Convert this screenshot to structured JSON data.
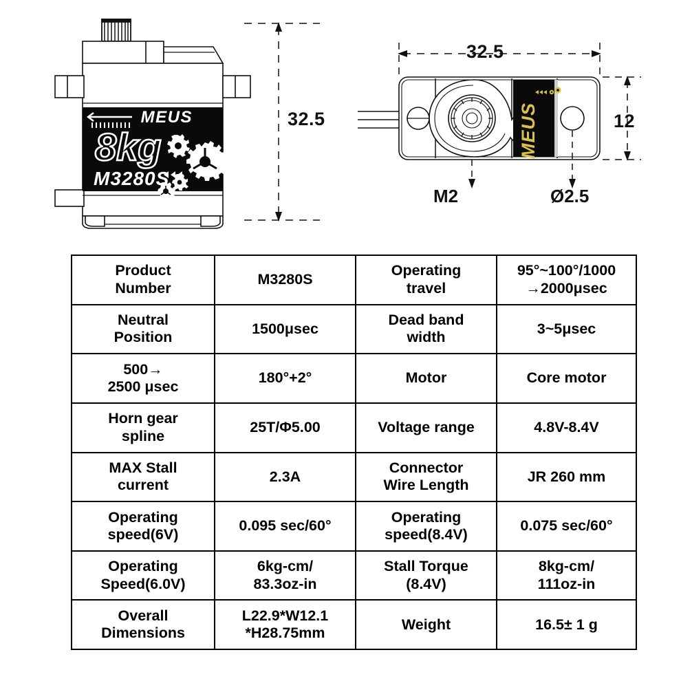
{
  "drawings": {
    "side_view": {
      "name": "servo-side-view",
      "height_dimension": "32.5",
      "label": {
        "brand": "MEUS",
        "torque": "8kg",
        "model": "M3280S"
      }
    },
    "top_view": {
      "name": "servo-top-view",
      "width_dimension": "32.5",
      "height_dimension": "12",
      "callout_screw": "M2",
      "callout_hole": "Ø2.5",
      "label_brand": "MEUS"
    }
  },
  "colors": {
    "line": "#111111",
    "label_bg": "#0a0a0a",
    "label_fg": "#ffffff",
    "gold": "#d8c24a",
    "table_border": "#000000"
  },
  "spec_table": {
    "rows": [
      {
        "label_a": "Product\nNumber",
        "value_a": "M3280S",
        "label_b": "Operating\ntravel",
        "value_b": "95°~100°/1000\n→2000μsec"
      },
      {
        "label_a": "Neutral\nPosition",
        "value_a": "1500μsec",
        "label_b": "Dead band\nwidth",
        "value_b": "3~5μsec"
      },
      {
        "label_a": "500→\n2500 μsec",
        "value_a": "180°+2°",
        "label_b": "Motor",
        "value_b": "Core motor"
      },
      {
        "label_a": "Horn gear\nspline",
        "value_a": "25T/Φ5.00",
        "label_b": "Voltage range",
        "value_b": "4.8V-8.4V"
      },
      {
        "label_a": "MAX Stall\ncurrent",
        "value_a": "2.3A",
        "label_b": "Connector\nWire Length",
        "value_b": "JR 260 mm"
      },
      {
        "label_a": "Operating\nspeed(6V)",
        "value_a": "0.095 sec/60°",
        "label_b": "Operating\nspeed(8.4V)",
        "value_b": "0.075 sec/60°"
      },
      {
        "label_a": "Operating\nSpeed(6.0V)",
        "value_a": "6kg-cm/\n83.3oz-in",
        "label_b": "Stall Torque\n(8.4V)",
        "value_b": "8kg-cm/\n111oz-in"
      },
      {
        "label_a": "Overall\nDimensions",
        "value_a": "L22.9*W12.1\n*H28.75mm",
        "label_b": "Weight",
        "value_b": "16.5± 1 g"
      }
    ]
  }
}
